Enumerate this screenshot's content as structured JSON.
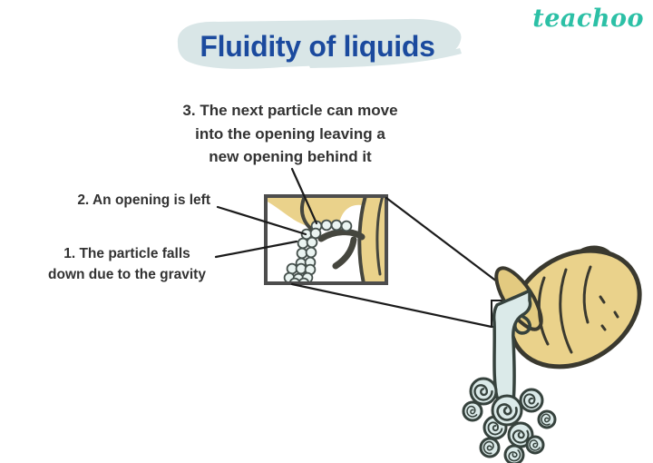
{
  "brand": {
    "logo_text": "teachoo",
    "logo_color": "#2cc0a6"
  },
  "header": {
    "title": "Fluidity of liquids",
    "title_color": "#1b4a9e",
    "highlight_color": "#d9e6e7"
  },
  "annotations": {
    "note3_line1": "3. The next particle can move",
    "note3_line2": "into the opening leaving a",
    "note3_line3": "new opening behind it",
    "note2": "2. An opening is left",
    "note1_line1": "1. The particle falls",
    "note1_line2": "down due to the gravity"
  },
  "figure": {
    "jug_fill": "#ead28b",
    "jug_outline": "#3a392f",
    "liquid_fill": "#dbeae9",
    "liquid_outline": "#36423d",
    "particle_fill": "#eaf4f1",
    "particle_outline": "#45504c",
    "zoom_box_border": "#4d4d4d",
    "connector_color": "#1b1b1b"
  }
}
